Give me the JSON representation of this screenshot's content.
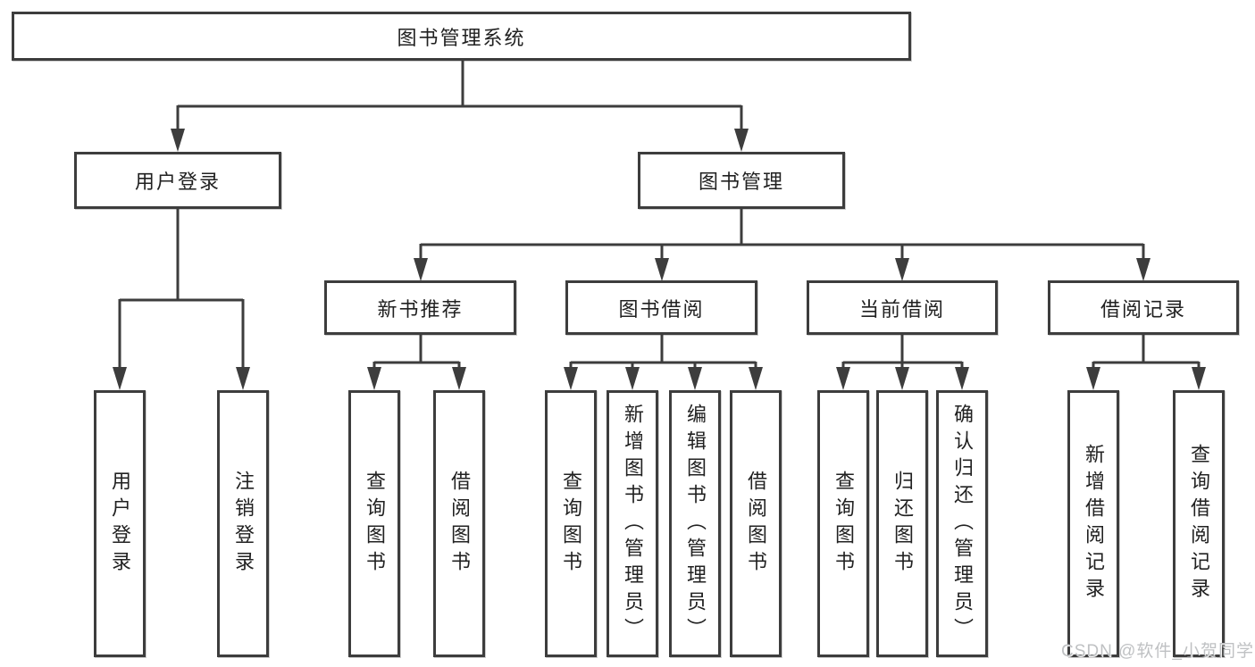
{
  "diagram": {
    "title": "图书管理系统",
    "nodes": {
      "root": {
        "label": "图书管理系统"
      },
      "level2": [
        {
          "id": "user-login",
          "label": "用户登录"
        },
        {
          "id": "book-management",
          "label": "图书管理"
        }
      ],
      "level3": [
        {
          "id": "new-book-recommend",
          "label": "新书推荐",
          "parent": "book-management"
        },
        {
          "id": "book-borrow",
          "label": "图书借阅",
          "parent": "book-management"
        },
        {
          "id": "current-borrow",
          "label": "当前借阅",
          "parent": "book-management"
        },
        {
          "id": "borrow-records",
          "label": "借阅记录",
          "parent": "book-management"
        }
      ],
      "leaves": [
        {
          "id": "user-login-leaf",
          "label": "用户登录",
          "parent": "user-login"
        },
        {
          "id": "logout",
          "label": "注销登录",
          "parent": "user-login"
        },
        {
          "id": "query-books-rec",
          "label": "查询图书",
          "parent": "new-book-recommend"
        },
        {
          "id": "borrow-books-rec",
          "label": "借阅图书",
          "parent": "new-book-recommend"
        },
        {
          "id": "query-books-borrow",
          "label": "查询图书",
          "parent": "book-borrow"
        },
        {
          "id": "add-book-admin",
          "label": "新增图书（管理员）",
          "parent": "book-borrow"
        },
        {
          "id": "edit-book-admin",
          "label": "编辑图书（管理员）",
          "parent": "book-borrow"
        },
        {
          "id": "borrow-books-borrow",
          "label": "借阅图书",
          "parent": "book-borrow"
        },
        {
          "id": "query-books-current",
          "label": "查询图书",
          "parent": "current-borrow"
        },
        {
          "id": "return-book",
          "label": "归还图书",
          "parent": "current-borrow"
        },
        {
          "id": "confirm-return-admin",
          "label": "确认归还（管理员）",
          "parent": "current-borrow"
        },
        {
          "id": "add-borrow-record",
          "label": "新增借阅记录",
          "parent": "borrow-records"
        },
        {
          "id": "query-borrow-record",
          "label": "查询借阅记录",
          "parent": "borrow-records"
        }
      ]
    },
    "colors": {
      "line": "#3d3d3d",
      "box_border": "#3d3d3d",
      "box_fill": "#ffffff",
      "text": "#212121",
      "watermark": "#bfc1c3",
      "background": "#ffffff"
    }
  },
  "watermark": {
    "text": "CSDN @软件_小贺同学"
  }
}
